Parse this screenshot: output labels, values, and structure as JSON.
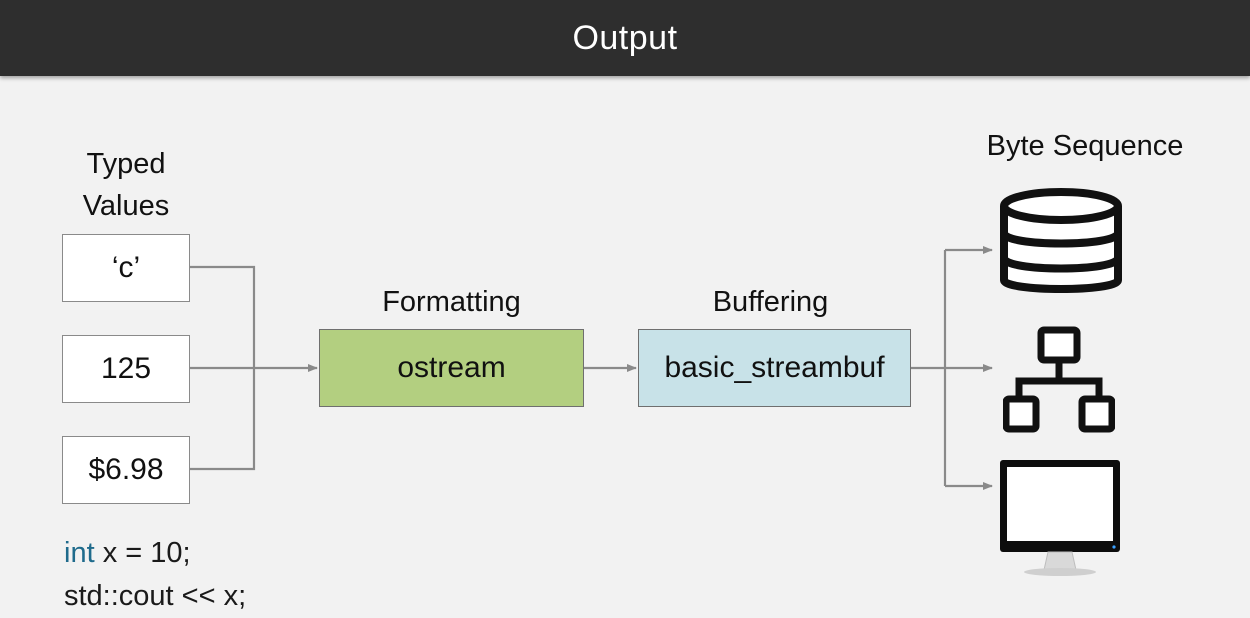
{
  "header": {
    "title": "Output"
  },
  "diagram": {
    "typed_values_label_line1": "Typed",
    "typed_values_label_line2": "Values",
    "values": [
      "‘c’",
      "125",
      "$6.98"
    ],
    "formatting_label": "Formatting",
    "formatting_box": "ostream",
    "buffering_label": "Buffering",
    "buffering_box": "basic_streambuf",
    "byte_sequence_label": "Byte Sequence",
    "destinations": [
      "database-icon",
      "network-hierarchy-icon",
      "monitor-icon"
    ]
  },
  "code": {
    "line1_keyword": "int",
    "line1_rest": " x = 10;",
    "line2": "std::cout << x;"
  },
  "colors": {
    "header_bg": "#2e2e2e",
    "formatting_fill": "#b3cf80",
    "buffering_fill": "#c8e2e8",
    "keyword": "#1f6b8c",
    "connector": "#8a8a8a"
  }
}
